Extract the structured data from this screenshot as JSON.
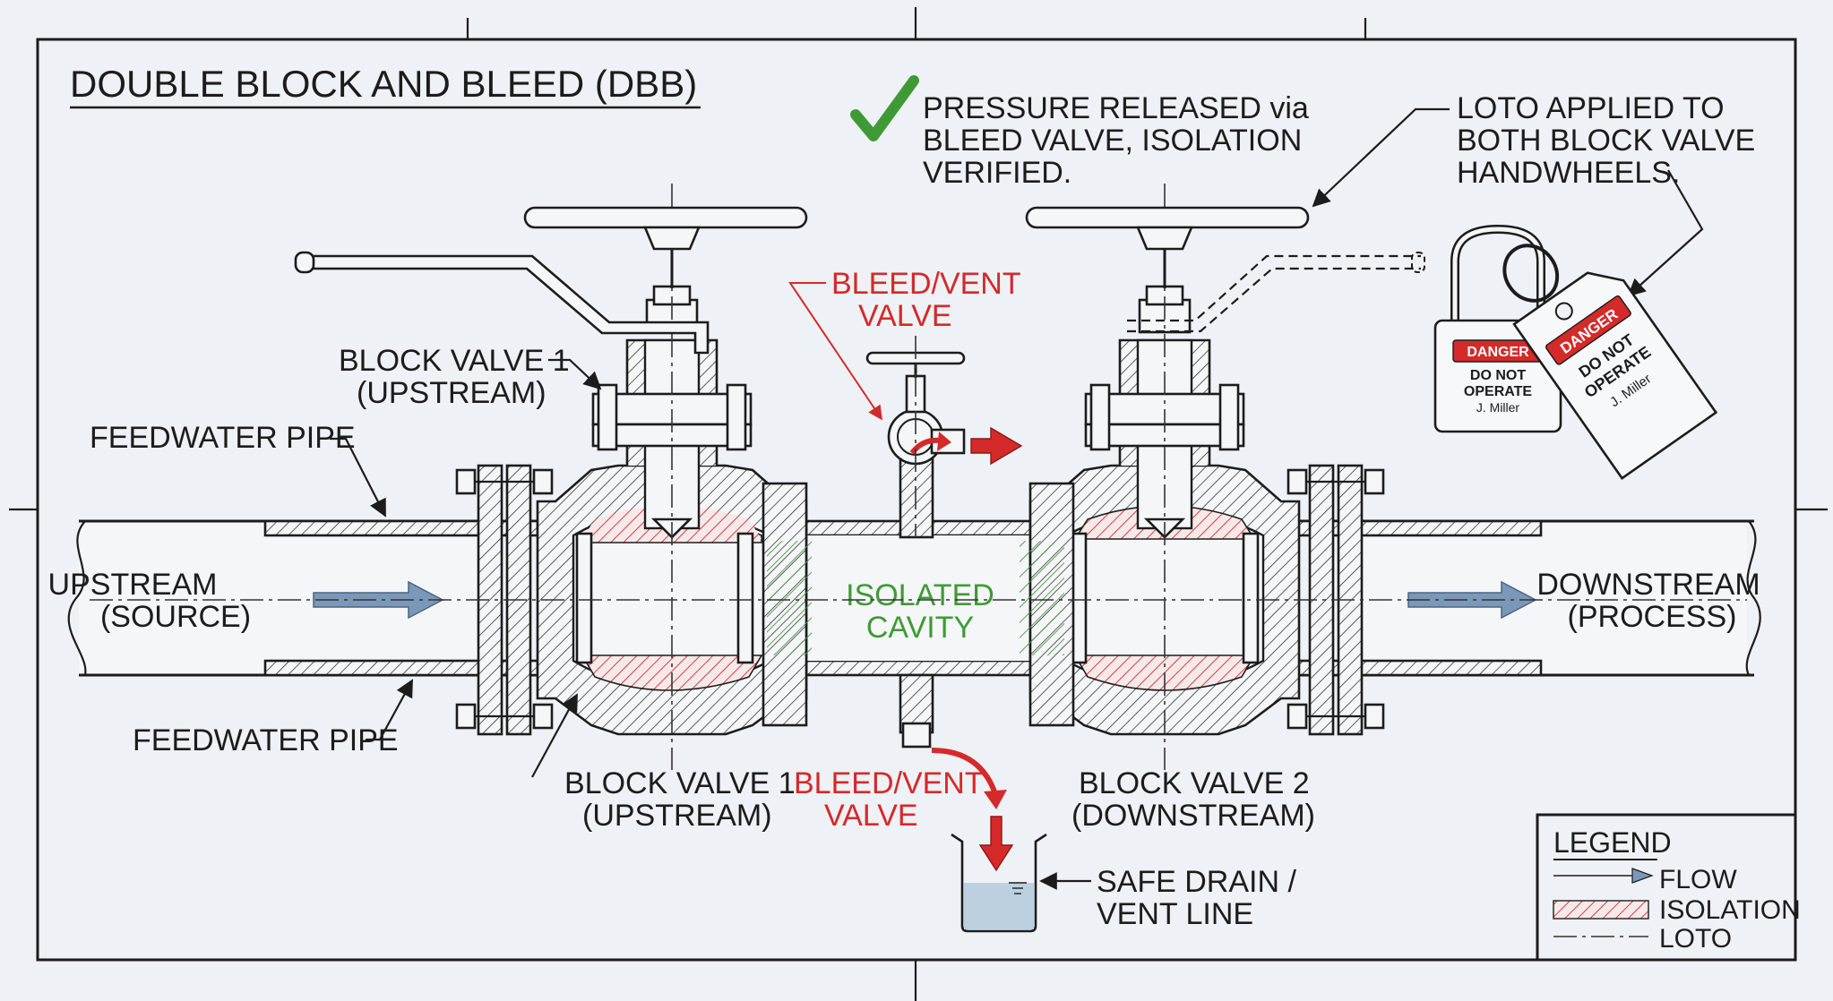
{
  "title": "DOUBLE BLOCK AND BLEED (DBB)",
  "status_note": {
    "lines": [
      "PRESSURE RELEASED via",
      "BLEED VALVE, ISOLATION",
      "VERIFIED."
    ],
    "icon": "check-mark-icon",
    "icon_color": "#3f9a35"
  },
  "loto_note": {
    "lines": [
      "LOTO APPLIED TO",
      "BOTH BLOCK VALVE",
      "HANDWHEELS."
    ]
  },
  "labels": {
    "bleed_top": [
      "BLEED/VENT",
      "VALVE"
    ],
    "block_valve_1_top": [
      "BLOCK VALVE 1",
      "(UPSTREAM)"
    ],
    "feedwater_pipe_top": "FEEDWATER PIPE",
    "feedwater_pipe_bottom": "FEEDWATER PIPE",
    "upstream": [
      "UPSTREAM",
      "(SOURCE)"
    ],
    "downstream": [
      "DOWNSTREAM",
      "(PROCESS)"
    ],
    "isolated_cavity": [
      "ISOLATED",
      "CAVITY"
    ],
    "block_valve_1_bottom": [
      "BLOCK VALVE 1",
      "(UPSTREAM)"
    ],
    "bleed_bottom": [
      "BLEED/VENT",
      "VALVE"
    ],
    "block_valve_2_bottom": [
      "BLOCK VALVE 2",
      "(DOWNSTREAM)"
    ],
    "safe_drain": [
      "SAFE DRAIN /",
      "VENT LINE"
    ]
  },
  "lock_tag": {
    "danger": "DANGER",
    "text": [
      "DO NOT",
      "OPERATE"
    ],
    "name": "J. Miller"
  },
  "hang_tag": {
    "danger": "DANGER",
    "text": [
      "DO NOT",
      "OPERATE"
    ],
    "name": "J. Miller"
  },
  "legend": {
    "title": "LEGEND",
    "items": [
      "FLOW",
      "ISOLATION",
      "LOTO"
    ]
  },
  "colors": {
    "flow_arrow": "#7b98b8",
    "isolation_hatch": "#d42a2a",
    "cavity_hatch": "#3f9a35",
    "bleed_label": "#d42a2a",
    "drain_fluid": "#bcd0e0"
  }
}
